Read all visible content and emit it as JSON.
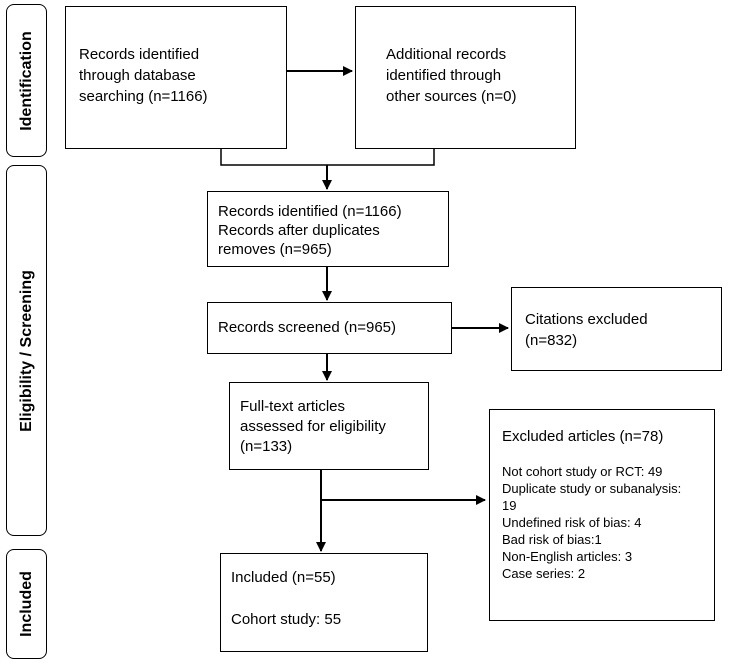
{
  "stages": {
    "identification": "Identification",
    "eligibility_screening": "Eligibility / Screening",
    "included": "Included"
  },
  "boxes": {
    "database": [
      "Records identified",
      "through database",
      "searching (n=1166)"
    ],
    "other_sources": [
      "Additional records",
      "identified through",
      "other sources (n=0)"
    ],
    "identified_dedup": [
      "Records identified (n=1166)",
      "Records after duplicates",
      "removes (n=965)"
    ],
    "screened": [
      "Records screened (n=965)"
    ],
    "citations_excluded": [
      "Citations excluded",
      "(n=832)"
    ],
    "full_text": [
      "Full-text articles",
      "assessed for eligibility",
      "(n=133)"
    ],
    "excluded_articles": {
      "title": "Excluded articles (n=78)",
      "items": [
        "Not cohort study or RCT: 49",
        "Duplicate study or subanalysis:",
        "19",
        "Undefined risk of bias: 4",
        "Bad risk of bias:1",
        "Non-English articles: 3",
        "Case series: 2"
      ]
    },
    "included": {
      "count": "Included (n=55)",
      "detail": "Cohort study: 55"
    }
  }
}
